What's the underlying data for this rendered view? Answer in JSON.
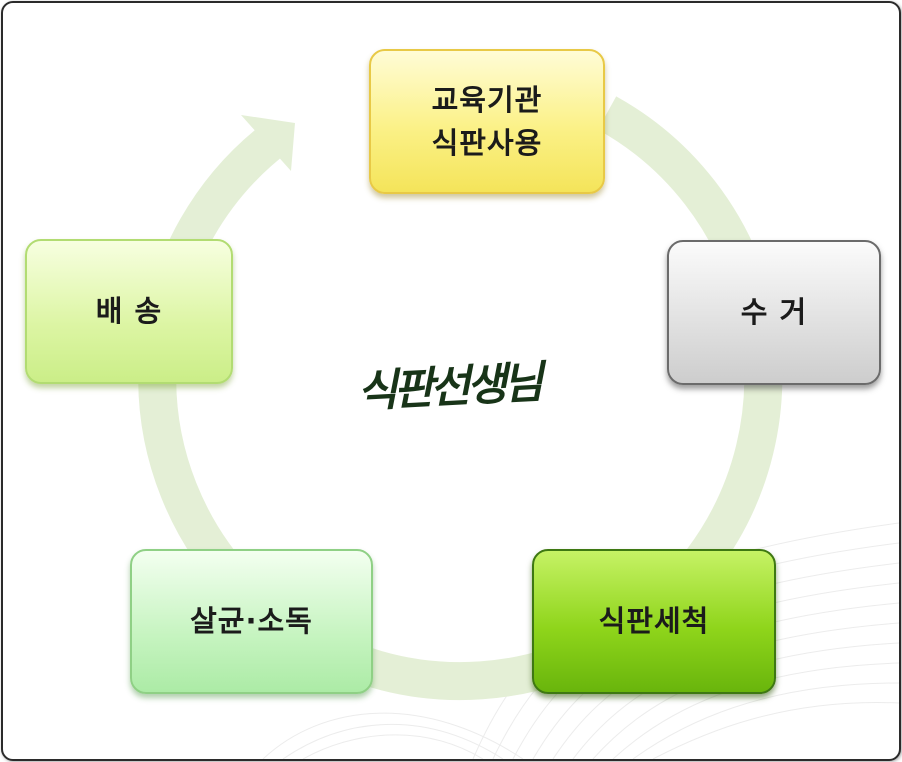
{
  "diagram": {
    "center_title": "식판선생님",
    "steps": [
      {
        "id": "edu",
        "lines": [
          "교육기관",
          "식판사용"
        ]
      },
      {
        "id": "collect",
        "lines": [
          "수 거"
        ]
      },
      {
        "id": "wash",
        "lines": [
          "식판세척"
        ]
      },
      {
        "id": "sterile",
        "lines": [
          "살균·소독"
        ]
      },
      {
        "id": "deliver",
        "lines": [
          "배 송"
        ]
      }
    ],
    "colors": {
      "cycle_ring": "#e4efd6",
      "edu_fill": "#fbf187",
      "collect_fill": "#e2e2e2",
      "wash_fill": "#8fd51b",
      "sterile_fill": "#c6f4c0",
      "deliver_fill": "#dcf5a3",
      "title_text": "#183418"
    }
  }
}
